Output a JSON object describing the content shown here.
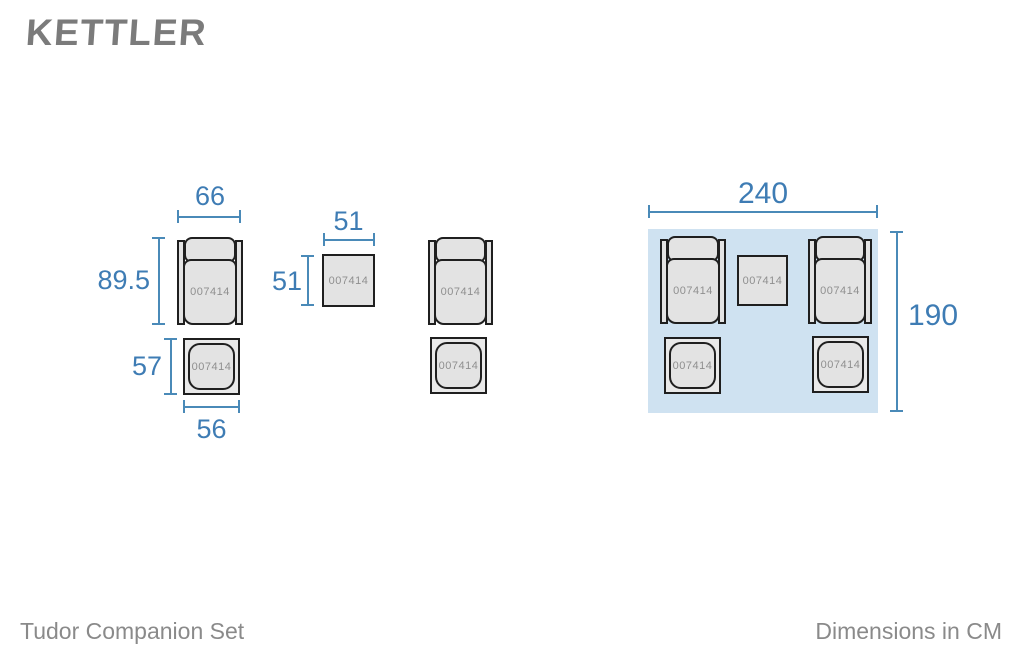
{
  "brand": {
    "logo_text": "KETTLER"
  },
  "footer": {
    "product_name": "Tudor Companion Set",
    "units_label": "Dimensions in CM"
  },
  "colors": {
    "dimension_text_blue": "#3e7cb4",
    "dimension_line_blue": "#4a8ab8",
    "set_panel_blue": "#cfe2f1",
    "furniture_fill": "#e3e3e3",
    "furniture_outline": "#1f1f1f",
    "code_text_gray": "#8f8f8f",
    "caption_gray": "#8a8a8a",
    "logo_gray": "#7b7b7b"
  },
  "diagram": {
    "chair": {
      "code": "007414",
      "width_cm": "66",
      "height_cm": "89.5"
    },
    "footstool": {
      "code": "007414",
      "width_cm": "56",
      "height_cm": "57"
    },
    "table": {
      "code": "007414",
      "width_cm": "51",
      "depth_cm": "51"
    },
    "second_chair": {
      "code": "007414"
    },
    "second_footstool": {
      "code": "007414"
    },
    "set": {
      "width_cm": "240",
      "depth_cm": "190",
      "left_chair_code": "007414",
      "table_code": "007414",
      "right_chair_code": "007414",
      "left_footstool_code": "007414",
      "right_footstool_code": "007414"
    }
  }
}
